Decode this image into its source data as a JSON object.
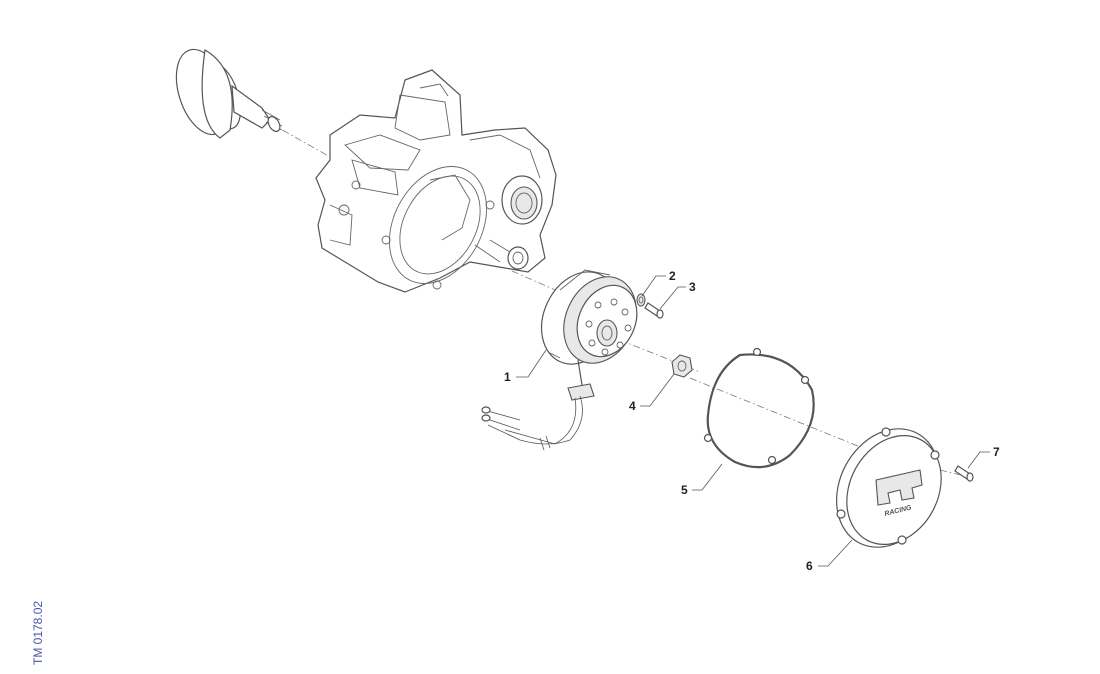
{
  "diagram": {
    "callouts": [
      "1",
      "2",
      "3",
      "4",
      "5",
      "6",
      "7"
    ],
    "drawing_code": "TM 0178.02"
  },
  "colors": {
    "line": "#555555",
    "code_text": "#4a55a8",
    "background": "#ffffff"
  }
}
